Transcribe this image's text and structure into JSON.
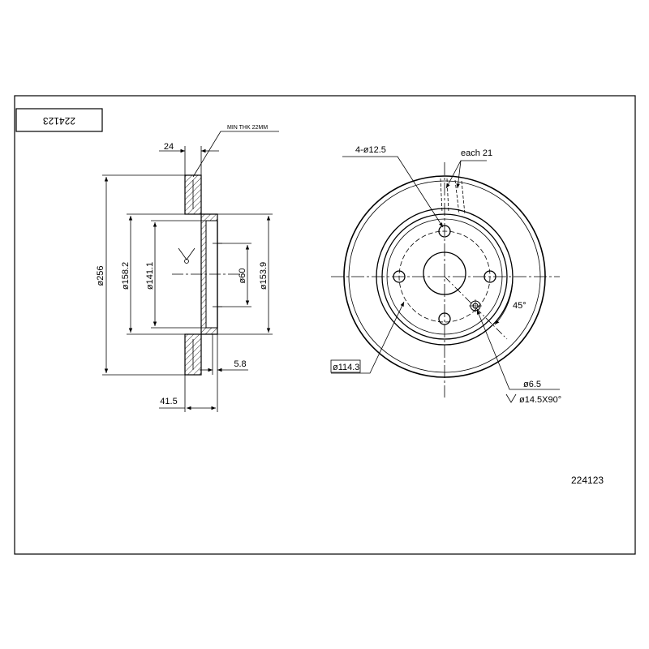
{
  "title_block": {
    "part_number_mirrored": "224123"
  },
  "part_number": "224123",
  "side_view": {
    "thickness_label": "24",
    "min_thickness_note": "MIN THK 22MM",
    "outer_diameter_label": "ø256",
    "dia_158_label": "ø158.2",
    "dia_141_label": "ø141.1",
    "center_bore_label": "ø60",
    "hat_diameter_label": "ø153.9",
    "hat_step_label": "5.8",
    "overall_height_label": "41.5"
  },
  "front_view": {
    "bolt_holes_label": "4-ø12.5",
    "vents_label": "each 21",
    "angle_label": "45°",
    "pcd_label": "ø114.3",
    "small_hole_label": "ø6.5",
    "countersink_label": "ø14.5X90°"
  }
}
